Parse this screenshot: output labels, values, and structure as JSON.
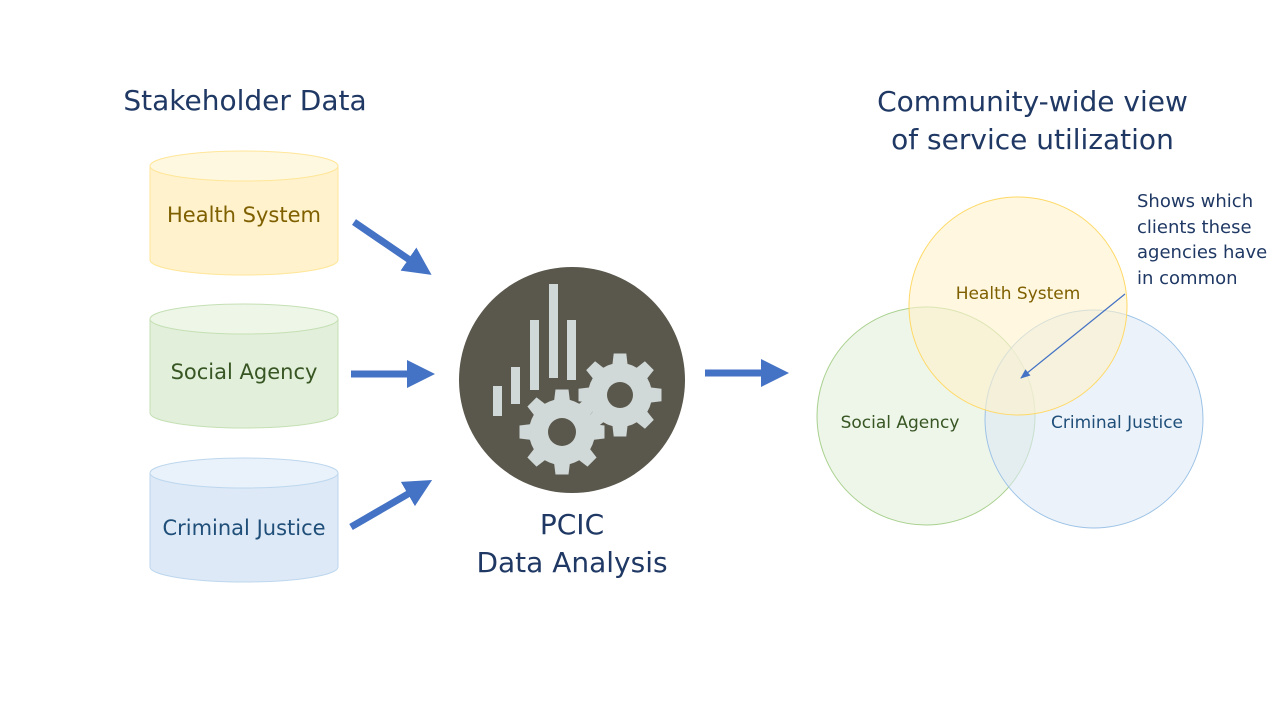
{
  "left_title": "Stakeholder Data",
  "right_title_line1": "Community-wide view",
  "right_title_line2": "of service utilization",
  "sources": [
    {
      "label": "Health System",
      "fill": "#fff2cc",
      "top_fill": "#fff8e1",
      "stroke": "#ffe699",
      "text_color": "#7f6000"
    },
    {
      "label": "Social Agency",
      "fill": "#e2efda",
      "top_fill": "#eef6e8",
      "stroke": "#c5e0b4",
      "text_color": "#375623"
    },
    {
      "label": "Criminal Justice",
      "fill": "#dde9f6",
      "top_fill": "#e9f1fa",
      "stroke": "#bdd7ee",
      "text_color": "#1f4e79"
    }
  ],
  "center": {
    "line1": "PCIC",
    "line2": "Data Analysis",
    "icon": "analytics-gears-icon",
    "circle_color": "#5a584c",
    "icon_color": "#d0d8d8"
  },
  "venn": [
    {
      "label": "Health System",
      "fill": "#fff2cc",
      "stroke": "#ffd966",
      "text_color": "#7f6000"
    },
    {
      "label": "Social Agency",
      "fill": "#e2efda",
      "stroke": "#a9d18e",
      "text_color": "#375623"
    },
    {
      "label": "Criminal Justice",
      "fill": "#dde9f6",
      "stroke": "#9dc3e6",
      "text_color": "#1f4e79"
    }
  ],
  "annotation": [
    "Shows which",
    "clients these",
    "agencies have",
    "in common"
  ],
  "arrow_color": "#4472c4"
}
